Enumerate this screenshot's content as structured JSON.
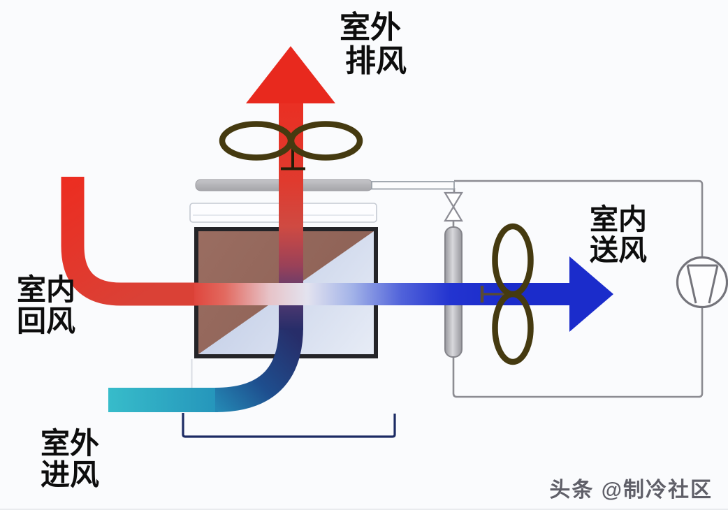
{
  "labels": {
    "outdoor_exhaust": {
      "line1": "室外",
      "line2": "排风"
    },
    "indoor_supply": {
      "line1": "室内",
      "line2": "送风"
    },
    "indoor_return": {
      "line1": "室内",
      "line2": "回风"
    },
    "outdoor_intake": {
      "line1": "室外",
      "line2": "进风"
    }
  },
  "watermark": {
    "text": "头条 @制冷社区"
  },
  "components": {
    "exhaust_fan": "fan-icon",
    "supply_fan": "fan-icon",
    "expansion_valve": "valve-icon",
    "compressor": "compressor-icon",
    "refrigerant_coil": "coil-icon",
    "heat_exchanger_core": "heat-exchanger-core"
  },
  "colors": {
    "exhaust_red": "#e8291e",
    "supply_blue": "#1b2ccb",
    "fresh_air_cyan": "#37bcca",
    "deep_navy": "#272d69",
    "core_brown": "#96685c",
    "core_light_blue": "#d3dcee",
    "fan_olive": "#453a10",
    "casing_gray": "#b4b4b8",
    "circuit_gray": "#8c8c92",
    "bracket_navy": "#1c2b64",
    "label_black": "#0d0d0d"
  }
}
